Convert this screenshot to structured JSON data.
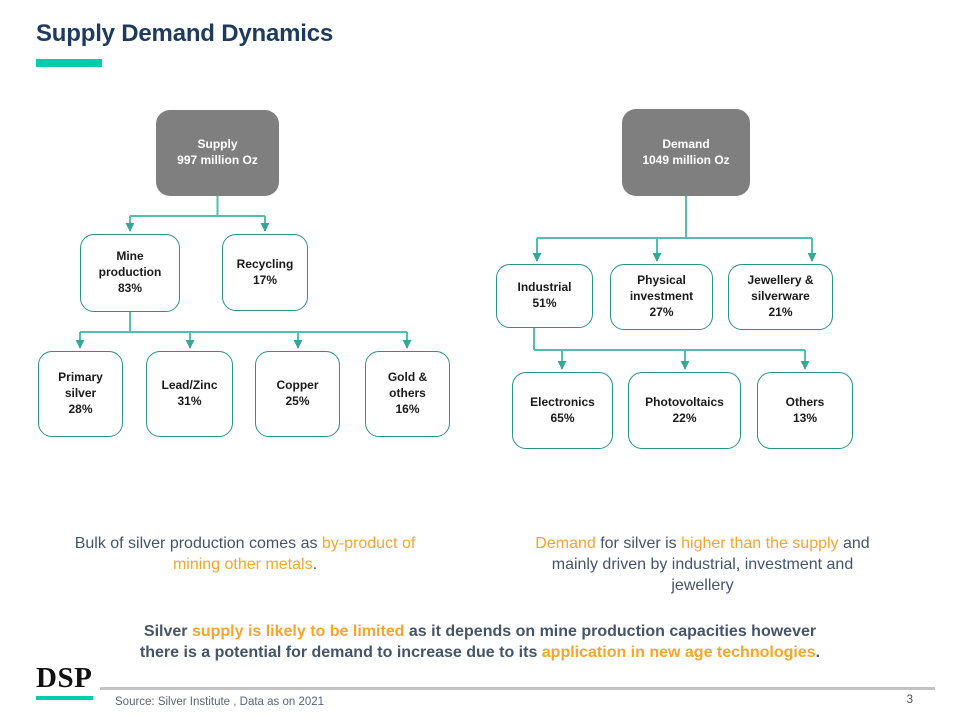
{
  "slide": {
    "title": "Supply Demand Dynamics",
    "page_number": "3",
    "source": "Source: Silver Institute , Data as on 2021",
    "logo_text": "DSP"
  },
  "colors": {
    "title_navy": "#1E3A5F",
    "accent_teal": "#00CDAC",
    "connector_teal": "#4FBFAF",
    "box_border_teal": "#2A9287",
    "root_box_gray": "#7F7F7F",
    "body_slate": "#44546A",
    "highlight_orange": "#F7A52B"
  },
  "supply_tree": {
    "root": {
      "label": "Supply",
      "value": "997 million Oz"
    },
    "level2": [
      {
        "label": "Mine production",
        "value": "83%"
      },
      {
        "label": "Recycling",
        "value": "17%"
      }
    ],
    "level3": [
      {
        "label": "Primary silver",
        "value": "28%"
      },
      {
        "label": "Lead/Zinc",
        "value": "31%"
      },
      {
        "label": "Copper",
        "value": "25%"
      },
      {
        "label": "Gold & others",
        "value": "16%"
      }
    ]
  },
  "demand_tree": {
    "root": {
      "label": "Demand",
      "value": "1049 million Oz"
    },
    "level2": [
      {
        "label": "Industrial",
        "value": "51%"
      },
      {
        "label": "Physical investment",
        "value": "27%"
      },
      {
        "label": "Jewellery & silverware",
        "value": "21%"
      }
    ],
    "level3": [
      {
        "label": "Electronics",
        "value": "65%"
      },
      {
        "label": "Photovoltaics",
        "value": "22%"
      },
      {
        "label": "Others",
        "value": "13%"
      }
    ]
  },
  "captions": {
    "left": {
      "segments": [
        {
          "t": "Bulk of silver production comes as "
        },
        {
          "t": "by-product of\nmining other metals",
          "accent": true
        },
        {
          "t": "."
        }
      ]
    },
    "right": {
      "segments": [
        {
          "t": "Demand",
          "accent": true
        },
        {
          "t": " for silver is "
        },
        {
          "t": "higher than the supply",
          "accent": true
        },
        {
          "t": " and\nmainly driven by industrial, investment and\njewellery"
        }
      ]
    },
    "bottom": {
      "segments": [
        {
          "t": "Silver "
        },
        {
          "t": "supply is likely to be limited",
          "accent": true
        },
        {
          "t": " as it depends on mine production capacities however\nthere is a potential for demand to increase due to its "
        },
        {
          "t": "application in new age technologies",
          "accent": true
        },
        {
          "t": "."
        }
      ]
    }
  }
}
